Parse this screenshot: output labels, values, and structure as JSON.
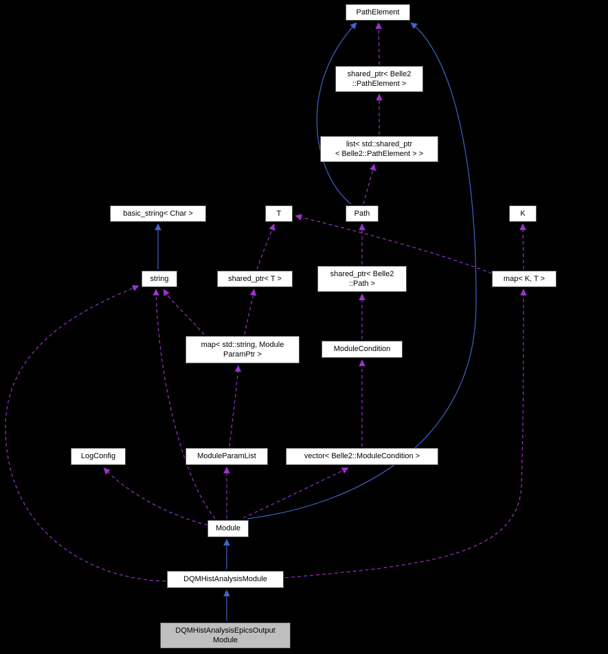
{
  "diagram": {
    "type": "class-collaboration-graph",
    "colors": {
      "background": "#000000",
      "node_fill": "#ffffff",
      "highlight_node_fill": "#bfbfbf",
      "inheritance_edge": "#3f66cc",
      "usage_edge": "#9a32cd",
      "node_text": "#000000"
    },
    "nodes": {
      "path_element": {
        "label": "PathElement"
      },
      "shared_ptr_path_element": {
        "label": "shared_ptr< Belle2\n::PathElement >"
      },
      "list_shared_ptr_path_element": {
        "label": "list< std::shared_ptr\n< Belle2::PathElement > >"
      },
      "basic_string_char": {
        "label": "basic_string< Char >"
      },
      "t": {
        "label": "T"
      },
      "path": {
        "label": "Path"
      },
      "k": {
        "label": "K"
      },
      "string": {
        "label": "string"
      },
      "shared_ptr_t": {
        "label": "shared_ptr< T >"
      },
      "shared_ptr_path": {
        "label": "shared_ptr< Belle2\n::Path >"
      },
      "map_k_t": {
        "label": "map< K, T >"
      },
      "map_string_moduleparamptr": {
        "label": "map< std::string, Module\nParamPtr >"
      },
      "module_condition": {
        "label": "ModuleCondition"
      },
      "log_config": {
        "label": "LogConfig"
      },
      "module_param_list": {
        "label": "ModuleParamList"
      },
      "vector_module_condition": {
        "label": "vector< Belle2::ModuleCondition >"
      },
      "module": {
        "label": "Module"
      },
      "dqm_hist_analysis_module": {
        "label": "DQMHistAnalysisModule"
      },
      "dqm_hist_analysis_epics_output_module": {
        "label": "DQMHistAnalysisEpicsOutput\nModule",
        "highlighted": true
      }
    },
    "edges": [
      {
        "from": "dqm_hist_analysis_epics_output_module",
        "to": "dqm_hist_analysis_module",
        "type": "inheritance"
      },
      {
        "from": "dqm_hist_analysis_module",
        "to": "module",
        "type": "inheritance"
      },
      {
        "from": "module",
        "to": "path_element",
        "type": "inheritance"
      },
      {
        "from": "path",
        "to": "path_element",
        "type": "inheritance"
      },
      {
        "from": "string",
        "to": "basic_string_char",
        "type": "inheritance"
      },
      {
        "from": "shared_ptr_path_element",
        "to": "path_element",
        "type": "usage"
      },
      {
        "from": "list_shared_ptr_path_element",
        "to": "shared_ptr_path_element",
        "type": "usage"
      },
      {
        "from": "path",
        "to": "list_shared_ptr_path_element",
        "type": "usage"
      },
      {
        "from": "shared_ptr_path",
        "to": "path",
        "type": "usage"
      },
      {
        "from": "module_condition",
        "to": "shared_ptr_path",
        "type": "usage"
      },
      {
        "from": "vector_module_condition",
        "to": "module_condition",
        "type": "usage"
      },
      {
        "from": "module",
        "to": "vector_module_condition",
        "type": "usage"
      },
      {
        "from": "module",
        "to": "module_param_list",
        "type": "usage"
      },
      {
        "from": "module_param_list",
        "to": "map_string_moduleparamptr",
        "type": "usage"
      },
      {
        "from": "map_string_moduleparamptr",
        "to": "string",
        "type": "usage"
      },
      {
        "from": "map_string_moduleparamptr",
        "to": "shared_ptr_t",
        "type": "usage"
      },
      {
        "from": "shared_ptr_t",
        "to": "t",
        "type": "usage"
      },
      {
        "from": "map_k_t",
        "to": "t",
        "type": "usage"
      },
      {
        "from": "map_k_t",
        "to": "k",
        "type": "usage"
      },
      {
        "from": "module",
        "to": "string",
        "type": "usage"
      },
      {
        "from": "module",
        "to": "log_config",
        "type": "usage"
      },
      {
        "from": "dqm_hist_analysis_module",
        "to": "string",
        "type": "usage"
      },
      {
        "from": "dqm_hist_analysis_module",
        "to": "map_k_t",
        "type": "usage"
      }
    ]
  }
}
